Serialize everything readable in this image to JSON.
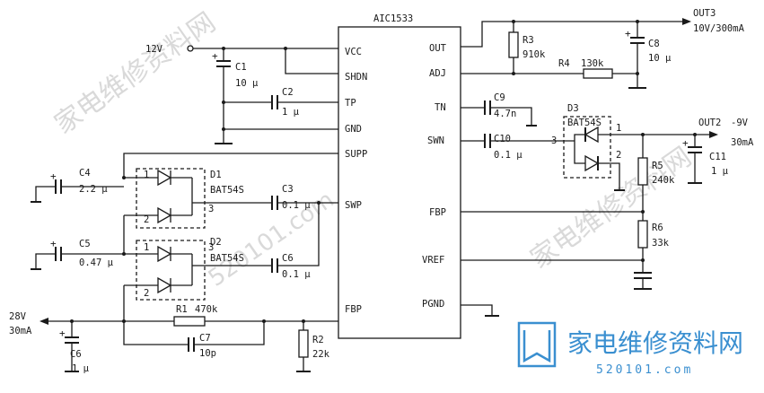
{
  "chip": {
    "name": "AIC1533",
    "pins_left": [
      "VCC",
      "SHDN",
      "TP",
      "GND",
      "SUPP",
      "SWP",
      "FBP"
    ],
    "pins_right": [
      "OUT",
      "ADJ",
      "TN",
      "SWN",
      "FBP",
      "VREF",
      "PGND"
    ]
  },
  "inputs": {
    "vin": "12V"
  },
  "outputs": {
    "out3": "OUT3",
    "out3_spec": "10V/300mA",
    "out2": "OUT2",
    "out2_v": "-9V",
    "out2_i": "30mA",
    "out1_v": "28V",
    "out1_i": "30mA"
  },
  "components": {
    "c1": "C1",
    "c1_v": "10 μ",
    "c2": "C2",
    "c2_v": "1 μ",
    "c3": "C3",
    "c3_v": "0.1 μ",
    "c4": "C4",
    "c4_v": "2.2 μ",
    "c5": "C5",
    "c5_v": "0.47 μ",
    "c6a": "C6",
    "c6a_v": "0.1 μ",
    "c6b": "C6",
    "c6b_v": "1 μ",
    "c7": "C7",
    "c7_v": "10p",
    "c8": "C8",
    "c8_v": "10 μ",
    "c9": "C9",
    "c9_v": "4.7n",
    "c10": "C10",
    "c10_v": "0.1 μ",
    "c11": "C11",
    "c11_v": "1 μ",
    "r1": "R1",
    "r1_v": "470k",
    "r2": "R2",
    "r2_v": "22k",
    "r3": "R3",
    "r3_v": "910k",
    "r4": "R4",
    "r4_v": "130k",
    "r5": "R5",
    "r5_v": "240k",
    "r6": "R6",
    "r6_v": "33k",
    "d1": "D1",
    "d1_v": "BAT54S",
    "d2": "D2",
    "d2_v": "BAT54S",
    "d3": "D3",
    "d3_v": "BAT54S",
    "pin1": "1",
    "pin2": "2",
    "pin3": "3"
  },
  "watermark": {
    "brand": "家电维修资料网",
    "url": "520101.com"
  }
}
